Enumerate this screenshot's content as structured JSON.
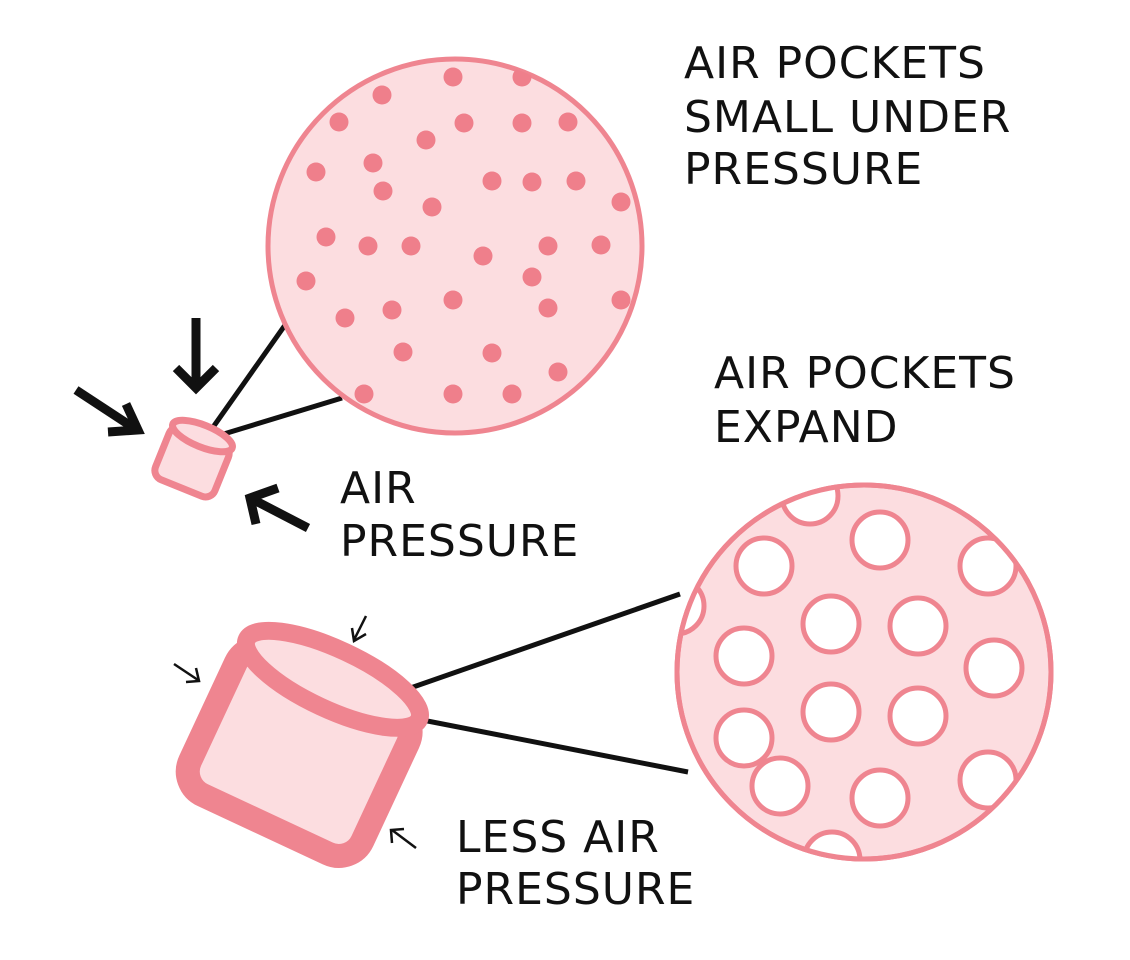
{
  "labels": {
    "air_pockets_small": [
      "AIR POCKETS",
      "SMALL UNDER",
      "PRESSURE"
    ],
    "air_pressure": [
      "AIR",
      "PRESSURE"
    ],
    "air_pockets_expand": [
      "AIR POCKETS",
      "EXPAND"
    ],
    "less_air_pressure": [
      "LESS AIR",
      "PRESSURE"
    ]
  },
  "colors": {
    "pink_stroke": "#ef8590",
    "pink_fill": "#fcdde0",
    "dot_fill": "#ef7f8b",
    "ink": "#111111"
  }
}
